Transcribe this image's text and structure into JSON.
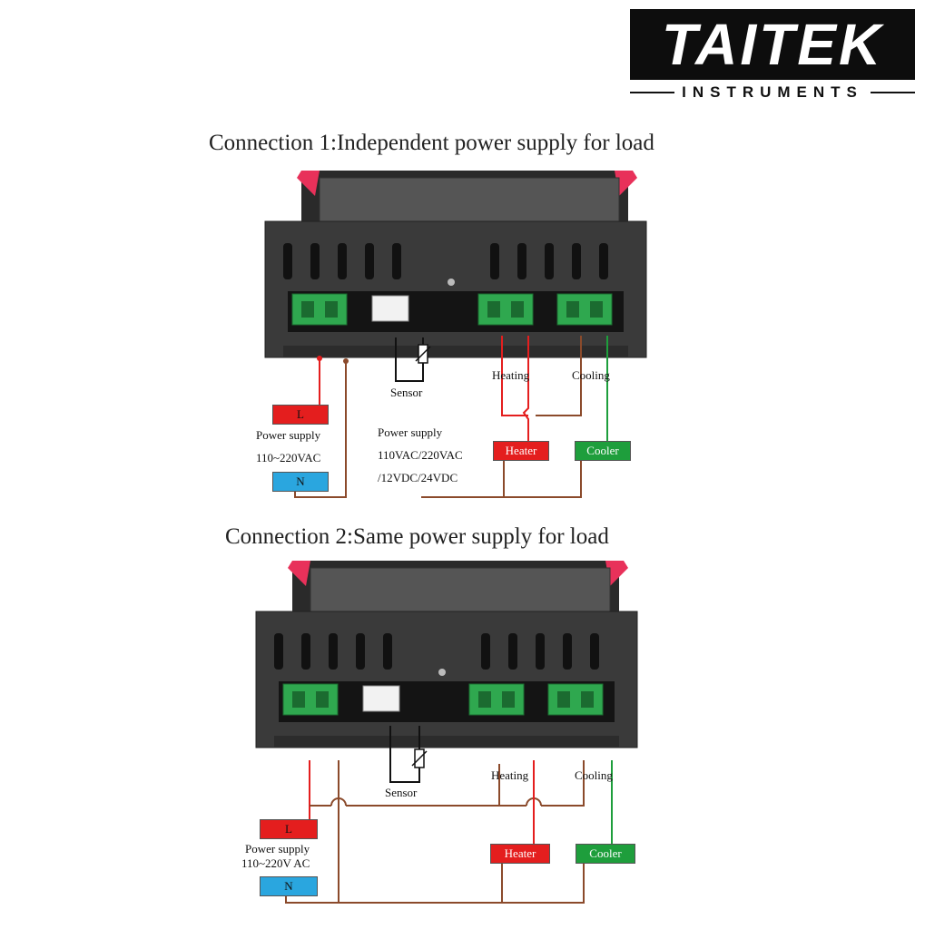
{
  "brand": {
    "name": "TAITEK",
    "subtitle": "INSTRUMENTS"
  },
  "colors": {
    "live": "#e41e1e",
    "neutral": "#2aa6df",
    "cooler": "#1e9e3c",
    "heater": "#e41e1e",
    "wire": "#8b4a2b",
    "terminal": "#2fa84f",
    "housing": "#3a3a3a"
  },
  "connection1": {
    "title": "Connection 1:Independent power supply for load",
    "sensor": "Sensor",
    "heating": "Heating",
    "cooling": "Cooling",
    "L": "L",
    "N": "N",
    "power_label": "Power supply",
    "power_value": "110~220VAC",
    "load_power_label": "Power supply",
    "load_power_line1": "110VAC/220VAC",
    "load_power_line2": "/12VDC/24VDC",
    "heater": "Heater",
    "cooler": "Cooler"
  },
  "connection2": {
    "title": "Connection 2:Same power supply for load",
    "sensor": "Sensor",
    "heating": "Heating",
    "cooling": "Cooling",
    "L": "L",
    "N": "N",
    "power_label": "Power supply",
    "power_value": "110~220V AC",
    "heater": "Heater",
    "cooler": "Cooler"
  }
}
